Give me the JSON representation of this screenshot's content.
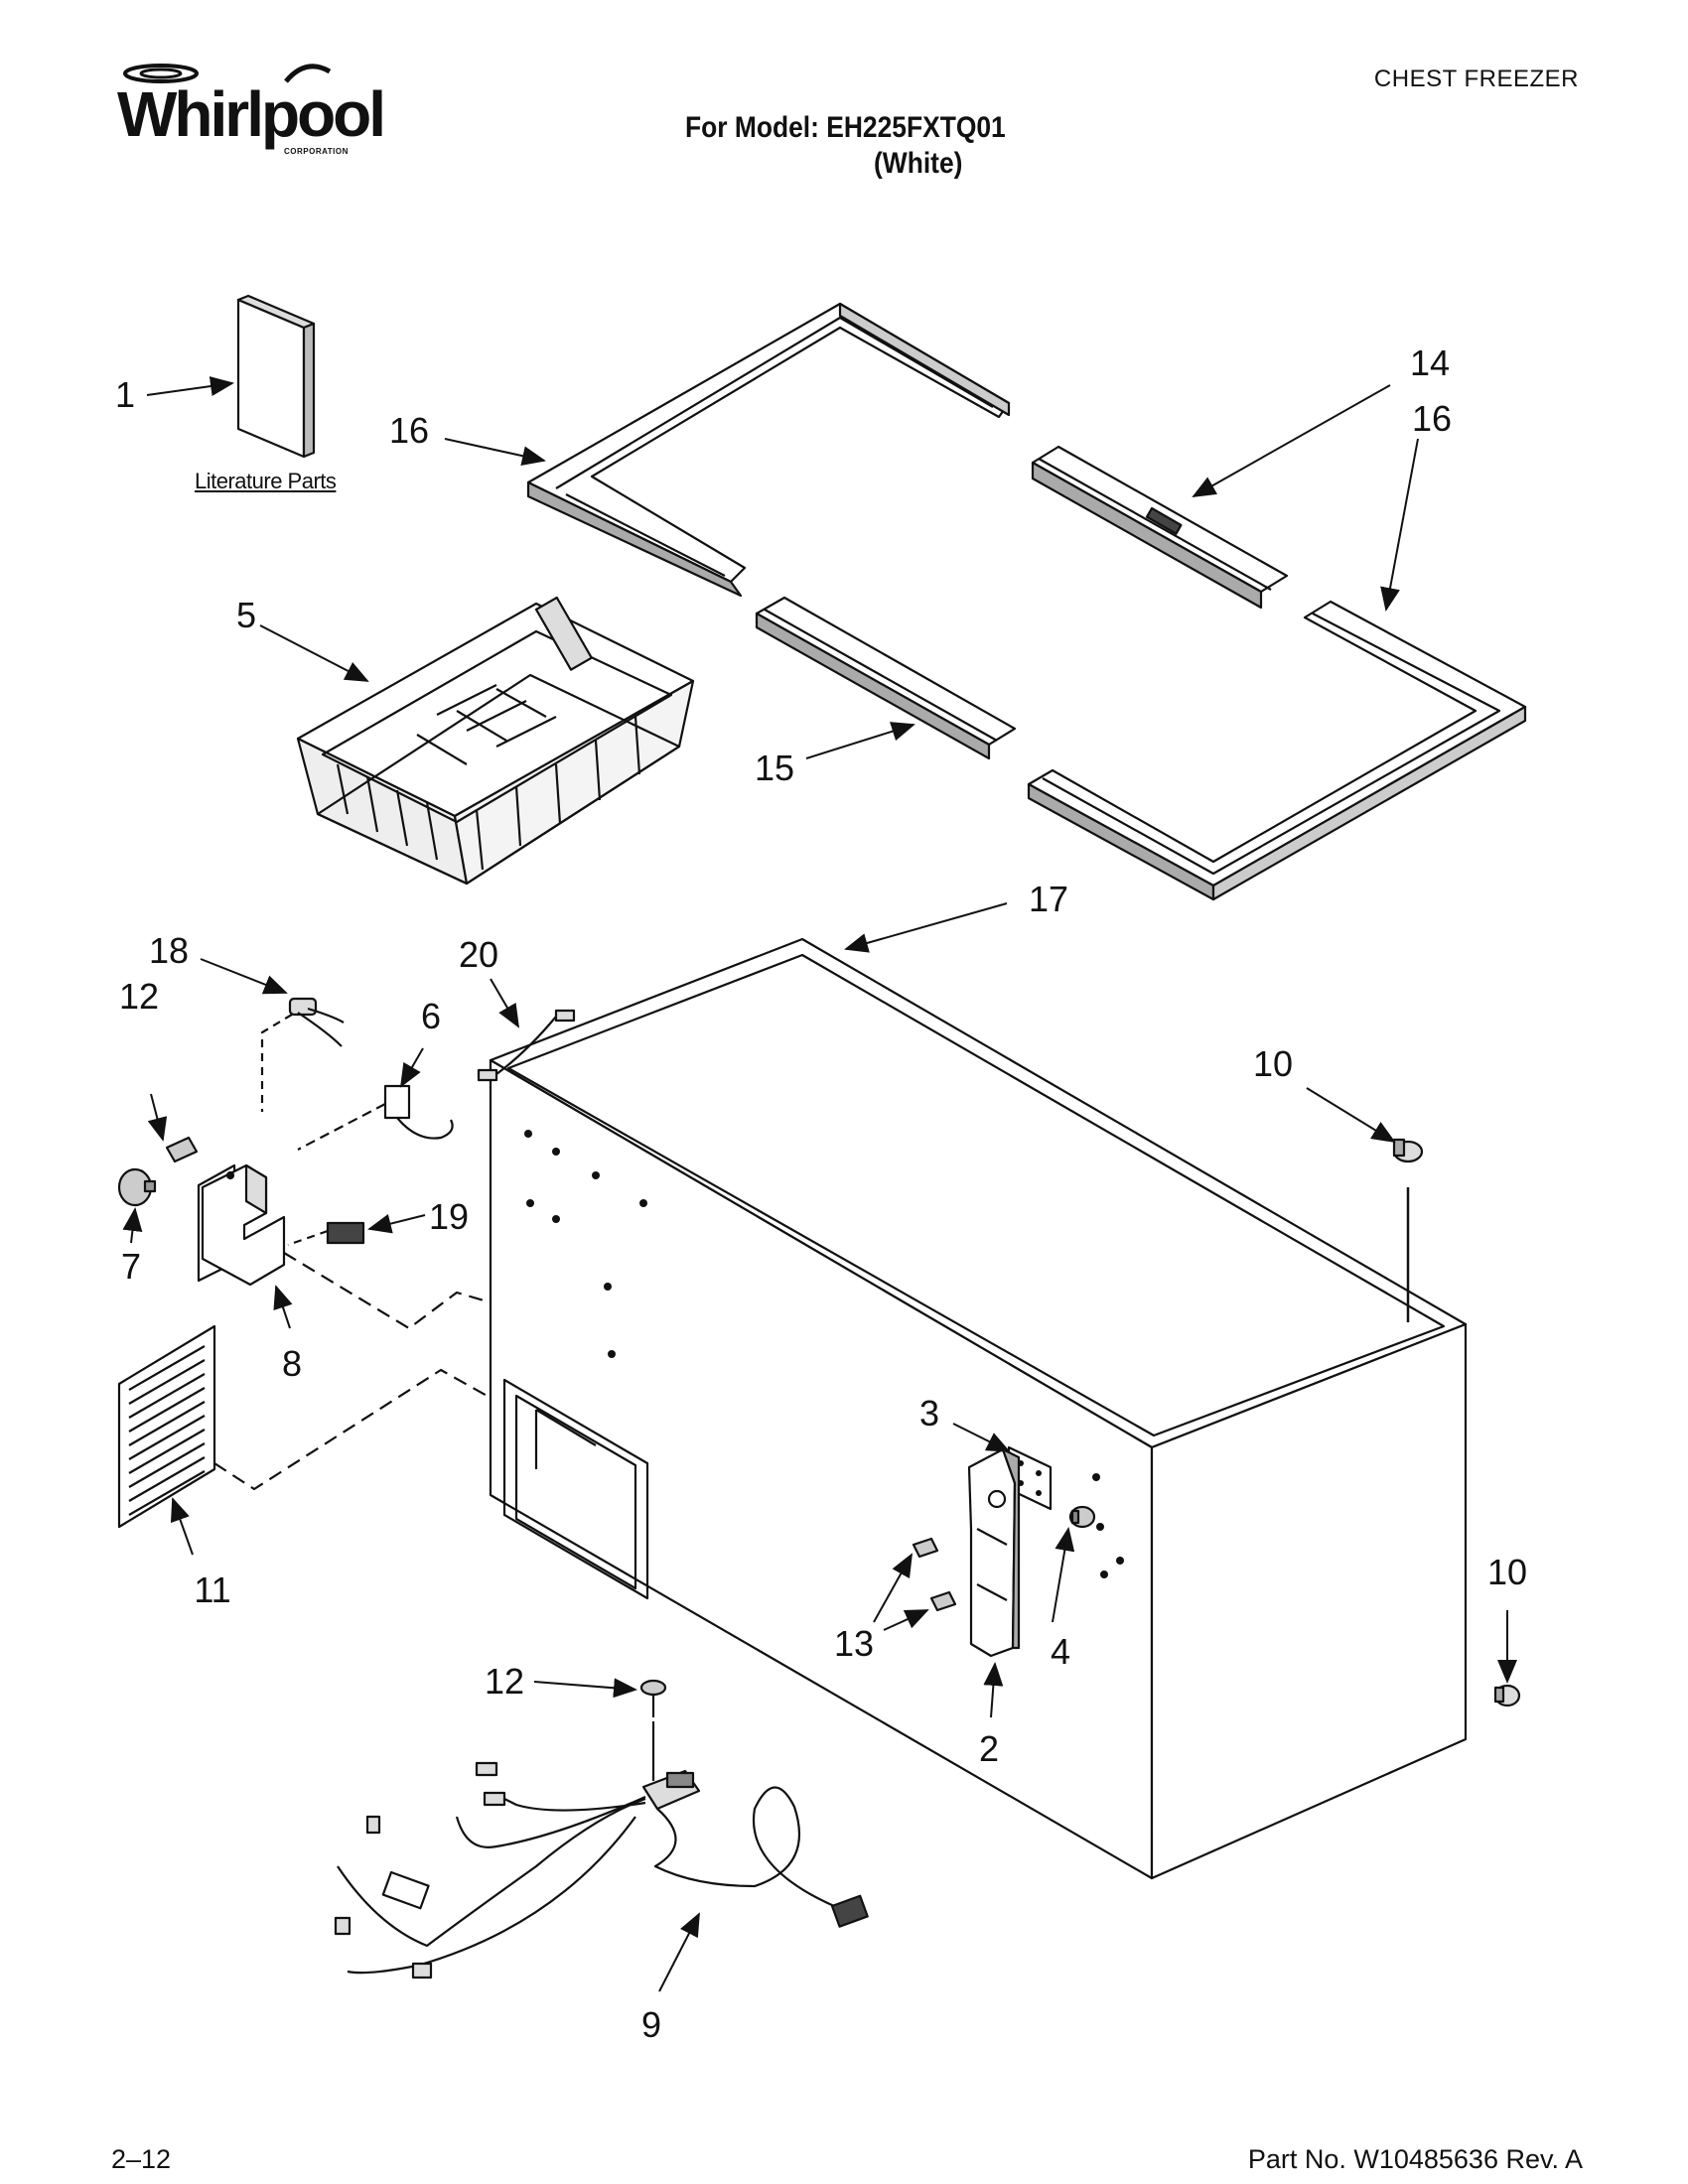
{
  "header": {
    "brand": "Whirlpool",
    "brand_sub": "CORPORATION",
    "category": "CHEST FREEZER",
    "model_line": "For Model: EH225FXTQ01",
    "color_line": "(White)"
  },
  "diagram": {
    "literature_label": "Literature Parts",
    "callouts": [
      "1",
      "16",
      "14",
      "16",
      "5",
      "15",
      "17",
      "18",
      "20",
      "12",
      "6",
      "10",
      "7",
      "19",
      "8",
      "3",
      "11",
      "13",
      "4",
      "10",
      "12",
      "2",
      "9"
    ]
  },
  "footer": {
    "page": "2–12",
    "part_no": "Part No. W10485636 Rev. A"
  }
}
